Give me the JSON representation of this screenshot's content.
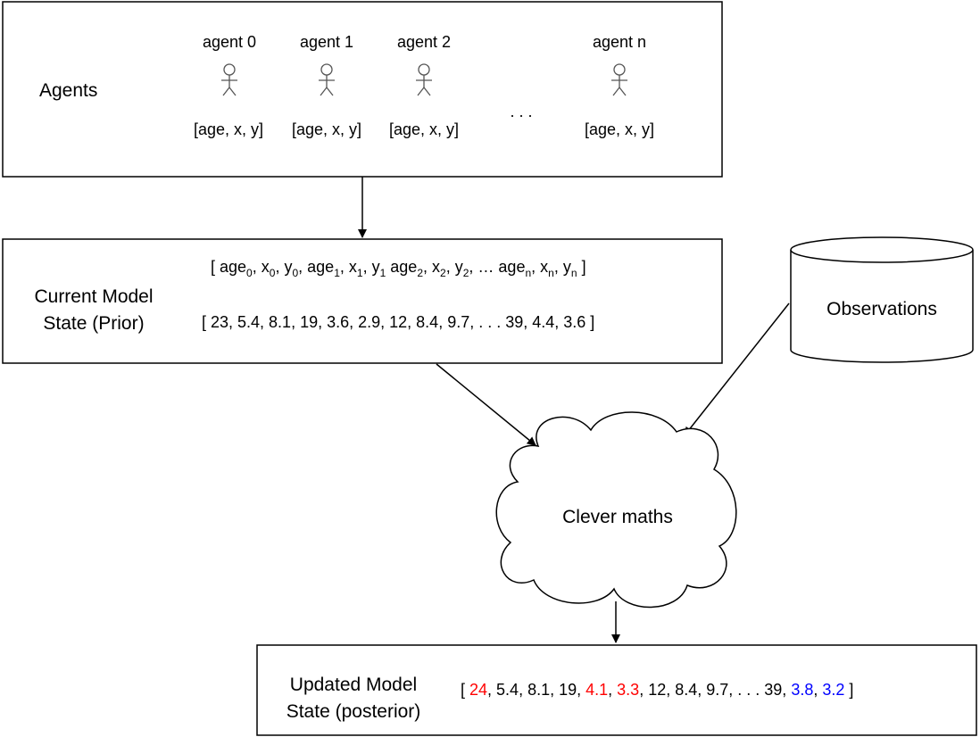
{
  "agents_box": {
    "label": "Agents",
    "agents": [
      {
        "name": "agent 0",
        "attrs": "[age, x, y]"
      },
      {
        "name": "agent 1",
        "attrs": "[age, x, y]"
      },
      {
        "name": "agent 2",
        "attrs": "[age, x, y]"
      },
      {
        "name": "agent n",
        "attrs": "[age, x, y]"
      }
    ],
    "ellipsis": ". . ."
  },
  "prior_box": {
    "label_line1": "Current Model",
    "label_line2": "State (Prior)",
    "vector_header": "[ age0, x0, y0, age1, x1, y1 age2, x2, y2, … agen, xn, yn ]",
    "values_line": "[ 23, 5.4, 8.1, 19, 3.6, 2.9, 12, 8.4, 9.7, . . . 39, 4.4, 3.6 ]"
  },
  "observations": {
    "label": "Observations"
  },
  "cloud": {
    "label": "Clever maths"
  },
  "posterior_box": {
    "label_line1": "Updated Model",
    "label_line2": "State (posterior)",
    "open_bracket": "[ ",
    "close_bracket": " ]",
    "values": [
      {
        "text": "24",
        "color": "red"
      },
      {
        "text": ", 5.4, 8.1, 19, ",
        "color": "black"
      },
      {
        "text": "4.1",
        "color": "red"
      },
      {
        "text": ", ",
        "color": "black"
      },
      {
        "text": "3.3",
        "color": "red"
      },
      {
        "text": ", 12, 8.4, 9.7, . . . 39, ",
        "color": "black"
      },
      {
        "text": "3.8",
        "color": "blue"
      },
      {
        "text": ", ",
        "color": "black"
      },
      {
        "text": "3.2",
        "color": "blue"
      }
    ]
  },
  "colors": {
    "changed_value": "#ff0000",
    "observed_value": "#0000ff"
  }
}
